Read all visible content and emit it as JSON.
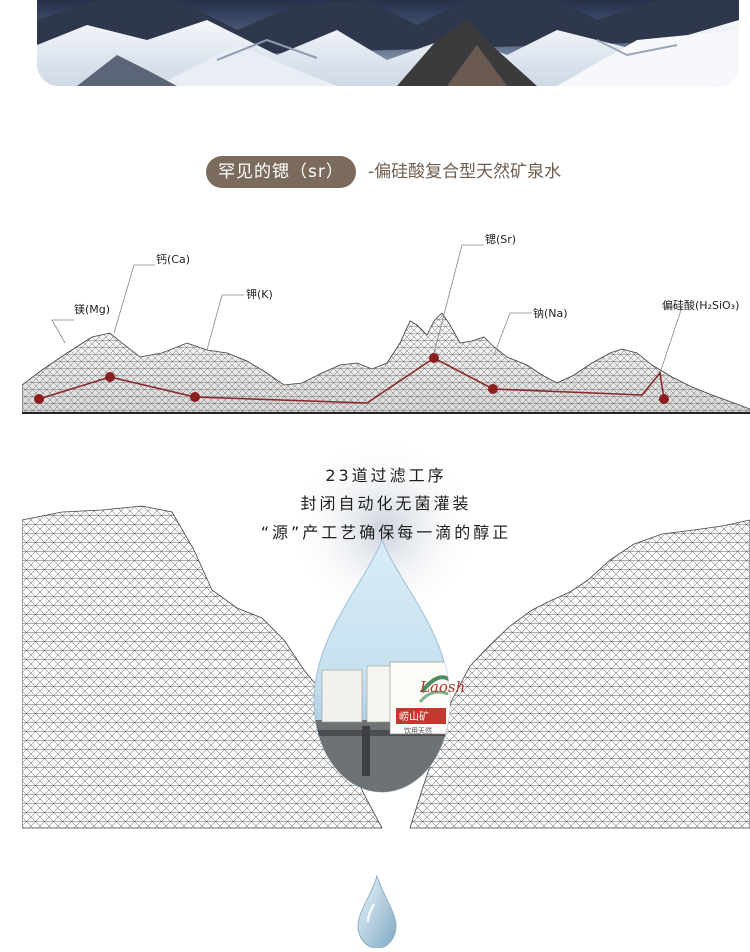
{
  "headline": {
    "pill_text": "罕见的锶（sr）",
    "subtitle": "-偏硅酸复合型天然矿泉水"
  },
  "minerals": [
    {
      "label": "镁(Mg)"
    },
    {
      "label": "钙(Ca)"
    },
    {
      "label": "钾(K)"
    },
    {
      "label": "锶(Sr)"
    },
    {
      "label": "钠(Na)"
    },
    {
      "label": "偏硅酸(H₂SiO₃)"
    }
  ],
  "filtration": {
    "line1": "23道过滤工序",
    "line2": "封闭自动化无菌灌装",
    "line3": "“源”产工艺确保每一滴的醇正"
  },
  "product": {
    "brand_script": "Laosh",
    "box_label": "崂山矿",
    "box_sublabel": "饮用天然"
  },
  "colors": {
    "pill_bg": "#7b6b5c",
    "subtitle": "#6d5d4f",
    "marker": "#8b1e1e",
    "line": "#8b2a2a"
  }
}
